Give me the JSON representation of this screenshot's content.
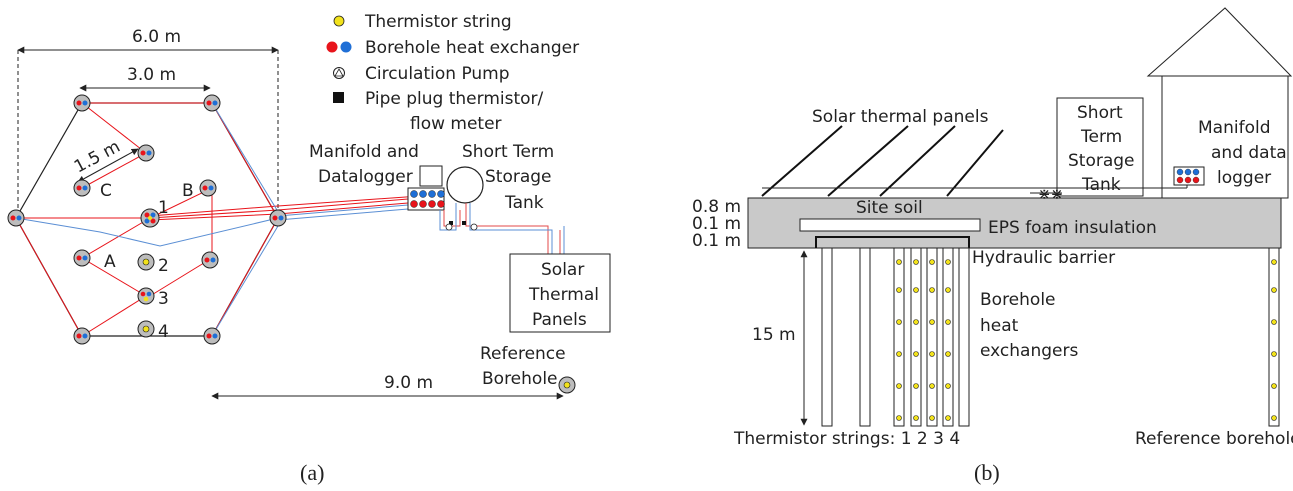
{
  "panel_a": {
    "legend": {
      "thermistor_string": "Thermistor string",
      "bhe": "Borehole heat exchanger",
      "pump": "Circulation Pump",
      "plug_line1": "Pipe plug thermistor/",
      "plug_line2": "flow meter"
    },
    "dims": {
      "d6": "6.0 m",
      "d3": "3.0 m",
      "d15": "1.5 m",
      "d9": "9.0 m"
    },
    "labels": {
      "manifold_l1": "Manifold and",
      "manifold_l2": "Datalogger",
      "stst_l1": "Short Term",
      "stst_l2": "Storage",
      "stst_l3": "Tank",
      "solar_l1": "Solar",
      "solar_l2": "Thermal",
      "solar_l3": "Panels",
      "ref_l1": "Reference",
      "ref_l2": "Borehole",
      "A": "A",
      "B": "B",
      "C": "C",
      "n1": "1",
      "n2": "2",
      "n3": "3",
      "n4": "4"
    },
    "caption": "(a)"
  },
  "panel_b": {
    "labels": {
      "solar_panels": "Solar thermal panels",
      "stst_l1": "Short",
      "stst_l2": "Term",
      "stst_l3": "Storage",
      "stst_l4": "Tank",
      "manifold_l1": "Manifold",
      "manifold_l2": "and data",
      "manifold_l3": "logger",
      "site_soil": "Site soil",
      "eps": "EPS foam insulation",
      "hydraulic": "Hydraulic barrier",
      "bhe_l1": "Borehole",
      "bhe_l2": "heat",
      "bhe_l3": "exchangers",
      "thermistor_strings": "Thermistor strings: 1 2 3 4",
      "reference": "Reference borehole",
      "d08": "0.8 m",
      "d01a": "0.1 m",
      "d01b": "0.1 m",
      "d15": "15 m"
    },
    "caption": "(b)"
  },
  "colors": {
    "red": "#e8141b",
    "blue": "#1f6fd6",
    "yellow": "#f2e21b",
    "gray": "#bdbdbd",
    "soil": "#c9c9c9",
    "pipe_red": "#e34a4a",
    "pipe_blue": "#5b8fd4"
  }
}
